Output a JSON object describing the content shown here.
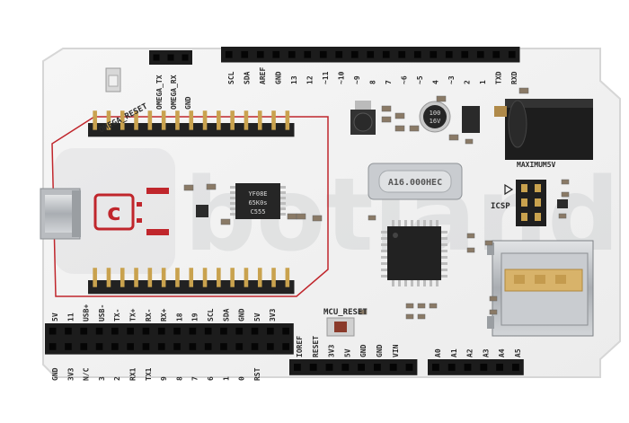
{
  "board": {
    "watermark": "botland",
    "top_left_labels": [
      "OMEGA_TX",
      "OMEGA_RX",
      "GND"
    ],
    "omega_reset": "OMEGA_RESET",
    "top_header_labels": [
      "SCL",
      "SDA",
      "AREF",
      "GND",
      "13",
      "12",
      "~11",
      "~10",
      "~9",
      "8",
      "7",
      "~6",
      "~5",
      "4",
      "~3",
      "2",
      "1",
      "TXD",
      "RXD"
    ],
    "left_bottom_labels": [
      "5V",
      "11",
      "USB+",
      "USB-",
      "TX-",
      "TX+",
      "RX-",
      "RX+",
      "18",
      "19",
      "SCL",
      "SDA",
      "GND",
      "5V",
      "3V3"
    ],
    "bottom_under_labels": [
      "GND",
      "3V3",
      "N/C",
      "3",
      "2",
      "RX1",
      "TX1",
      "9",
      "8",
      "7",
      "6",
      "1",
      "0",
      "RST"
    ],
    "power_labels": [
      "IOREF",
      "RESET",
      "3V3",
      "5V",
      "GND",
      "GND",
      "VIN"
    ],
    "analog_labels": [
      "A0",
      "A1",
      "A2",
      "A3",
      "A4",
      "A5"
    ],
    "mcu_reset": "MCU_RESET",
    "icsp": "ICSP",
    "maximum": "MAXIMUM5V",
    "crystal": "A16.000HEC",
    "chip_texts": [
      "YF08E",
      "65K0s",
      "C555"
    ],
    "cap_text": [
      "100",
      "16V"
    ]
  }
}
